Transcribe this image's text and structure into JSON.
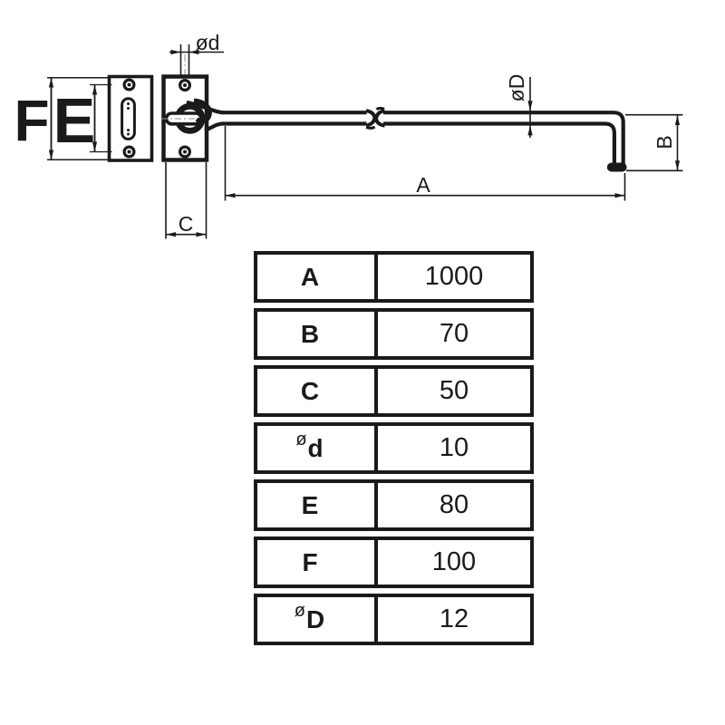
{
  "drawing": {
    "labels": {
      "f": "F",
      "e": "E",
      "dia_d": "ød",
      "dia_D": "øD",
      "a": "A",
      "b": "B",
      "c": "C"
    }
  },
  "table": {
    "rows": [
      {
        "prefix": "",
        "label": "A",
        "value": "1000"
      },
      {
        "prefix": "",
        "label": "B",
        "value": "70"
      },
      {
        "prefix": "",
        "label": "C",
        "value": "50"
      },
      {
        "prefix": "ø",
        "label": "d",
        "value": "10"
      },
      {
        "prefix": "",
        "label": "E",
        "value": "80"
      },
      {
        "prefix": "",
        "label": "F",
        "value": "100"
      },
      {
        "prefix": "ø",
        "label": "D",
        "value": "12"
      }
    ]
  },
  "colors": {
    "line": "#1a1a1a",
    "background": "#ffffff",
    "centerline": "#909090"
  }
}
